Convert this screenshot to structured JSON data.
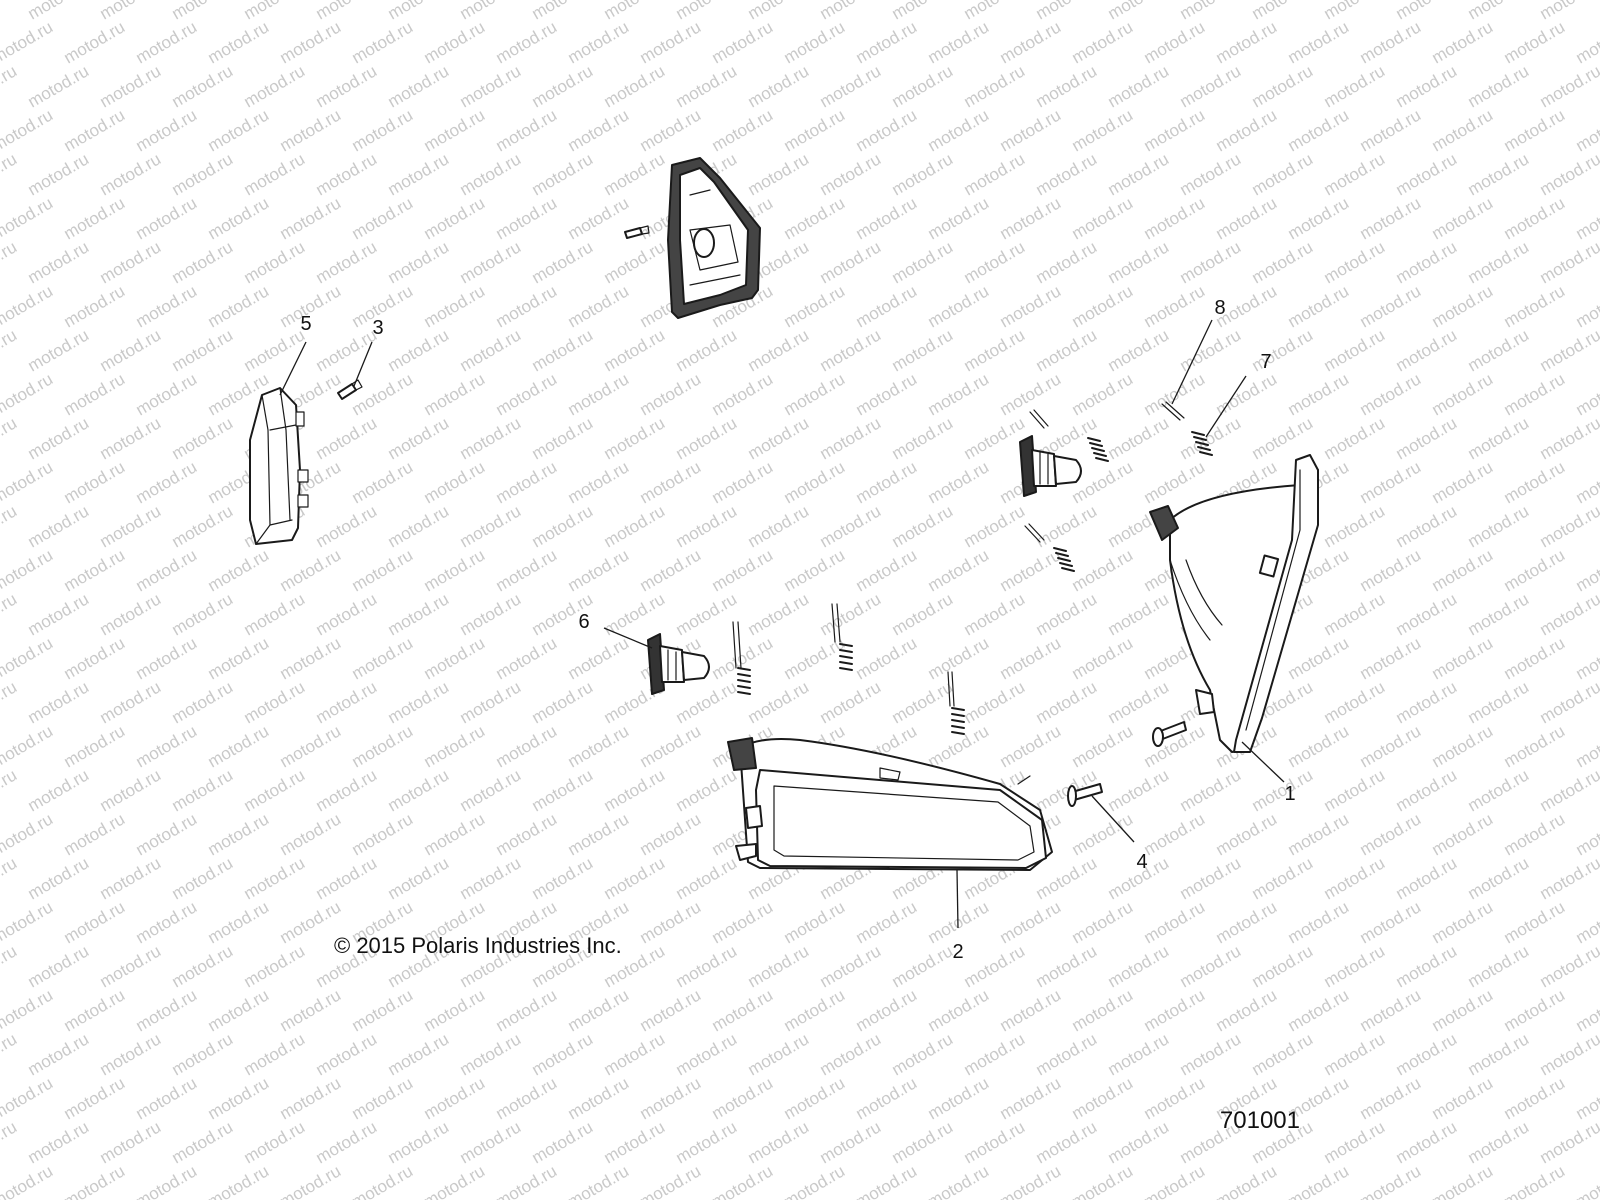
{
  "watermark": {
    "text": "motod.ru",
    "color": "#c9c9c9"
  },
  "copyright": "© 2015 Polaris Industries Inc.",
  "figure_number": "701001",
  "callouts": [
    {
      "id": "1",
      "label": "1"
    },
    {
      "id": "2",
      "label": "2"
    },
    {
      "id": "3",
      "label": "3"
    },
    {
      "id": "4",
      "label": "4"
    },
    {
      "id": "5",
      "label": "5"
    },
    {
      "id": "6",
      "label": "6"
    },
    {
      "id": "7",
      "label": "7"
    },
    {
      "id": "8",
      "label": "8"
    }
  ],
  "colors": {
    "line": "#1a1a1a",
    "background": "#ffffff"
  }
}
